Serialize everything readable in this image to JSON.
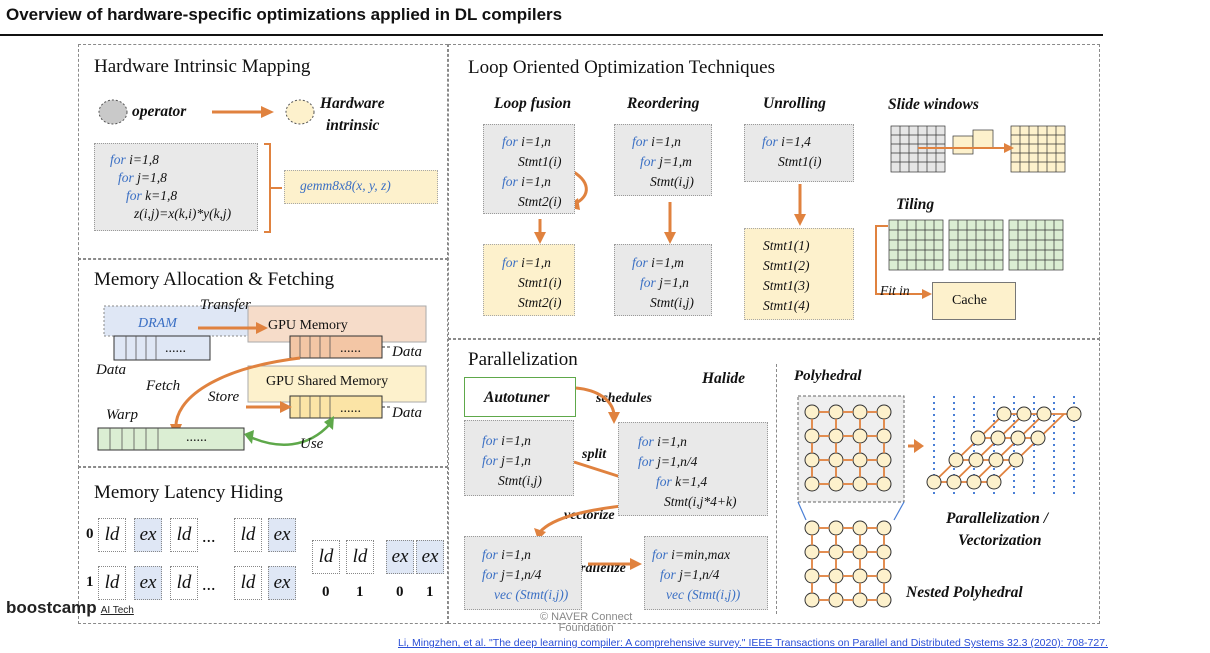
{
  "page_title": "Overview of hardware-specific optimizations applied in DL compilers",
  "panels": {
    "hw_intrinsic": {
      "title": "Hardware Intrinsic Mapping",
      "operator_label": "operator",
      "hw_intrinsic_label_1": "Hardware",
      "hw_intrinsic_label_2": "intrinsic",
      "code": [
        [
          "for ",
          "i=1,8"
        ],
        [
          "for ",
          "j=1,8"
        ],
        [
          "for ",
          "k=1,8"
        ],
        [
          "",
          "z(i,j)=x(k,i)*y(k,j)"
        ]
      ],
      "gemm": "gemm8x8(x, y, z)"
    },
    "memory_alloc": {
      "title": "Memory Allocation & Fetching",
      "dram": "DRAM",
      "transfer": "Transfer",
      "gpu_memory": "GPU Memory",
      "data_1": "Data",
      "data_2": "Data",
      "data_3": "Data",
      "fetch": "Fetch",
      "store": "Store",
      "gpu_shared": "GPU Shared Memory",
      "warp": "Warp",
      "use": "Use",
      "dots": "......"
    },
    "memory_latency": {
      "title": "Memory Latency Hiding",
      "row_labels": [
        "0",
        "1"
      ],
      "row1": [
        "ld",
        "ex",
        "ld",
        "...",
        "ld",
        "ex"
      ],
      "row2": [
        "ld",
        "ex",
        "ld",
        "...",
        "ld",
        "ex"
      ],
      "right_cells": [
        "ld",
        "ld",
        "ex",
        "ex"
      ],
      "right_nums": [
        "0",
        "1",
        "0",
        "1"
      ]
    },
    "loop": {
      "title": "Loop Oriented Optimization Techniques",
      "fusion": {
        "label": "Loop fusion",
        "before": [
          [
            "for ",
            "i=1,n"
          ],
          [
            "",
            "Stmt1(i)"
          ],
          [
            "for ",
            "i=1,n"
          ],
          [
            "",
            "Stmt2(i)"
          ]
        ],
        "after": [
          [
            "for ",
            "i=1,n"
          ],
          [
            "",
            "Stmt1(i)"
          ],
          [
            "",
            "Stmt2(i)"
          ]
        ]
      },
      "reorder": {
        "label": "Reordering",
        "before": [
          [
            "for ",
            "i=1,n"
          ],
          [
            "for ",
            "j=1,m"
          ],
          [
            "",
            "Stmt(i,j)"
          ]
        ],
        "after": [
          [
            "for ",
            "i=1,m"
          ],
          [
            "for ",
            "j=1,n"
          ],
          [
            "",
            "Stmt(i,j)"
          ]
        ]
      },
      "unroll": {
        "label": "Unrolling",
        "before": [
          [
            "for ",
            "i=1,4"
          ],
          [
            "",
            "Stmt1(i)"
          ]
        ],
        "after": [
          "Stmt1(1)",
          "Stmt1(2)",
          "Stmt1(3)",
          "Stmt1(4)"
        ]
      },
      "slide_windows": "Slide windows",
      "tiling": "Tiling",
      "fit_in": "Fit in",
      "cache": "Cache"
    },
    "parallel": {
      "title": "Parallelization",
      "autotuner": "Autotuner",
      "schedules": "schedules",
      "halide": "Halide",
      "split": "split",
      "vectorize": "vectorize",
      "parallelize": "parallelize",
      "code_a": [
        [
          "for ",
          "i=1,n"
        ],
        [
          "for ",
          "j=1,n"
        ],
        [
          "",
          "Stmt(i,j)"
        ]
      ],
      "code_b": [
        [
          "for ",
          "i=1,n"
        ],
        [
          "for ",
          "j=1,n/4"
        ],
        [
          "for ",
          "k=1,4"
        ],
        [
          "",
          "Stmt(i,j*4+k)"
        ]
      ],
      "code_c": [
        [
          "for ",
          "i=1,n"
        ],
        [
          "for ",
          "j=1,n/4"
        ],
        [
          "vec ",
          "(Stmt(i,j))"
        ]
      ],
      "code_d": [
        [
          "for ",
          "i=min,max"
        ],
        [
          "for ",
          "j=1,n/4"
        ],
        [
          "vec ",
          "(Stmt(i,j))"
        ]
      ],
      "polyhedral": "Polyhedral",
      "par_vec_1": "Parallelization /",
      "par_vec_2": "Vectorization",
      "nested": "Nested Polyhedral"
    }
  },
  "footer": {
    "logo": "boostcamp",
    "logo_sub": "AI Tech",
    "naver_1": "© NAVER Connect",
    "naver_2": "Foundation",
    "citation": "Li, Mingzhen, et al. \"The deep learning compiler: A comprehensive survey.\" IEEE Transactions on Parallel and Distributed Systems 32.3 (2020): 708-727."
  },
  "colors": {
    "arrow_orange": "#e0823f",
    "keyword_blue": "#3a6fc4",
    "green_arrow": "#5ea84a",
    "grid_blue": "#4a7fd6"
  }
}
